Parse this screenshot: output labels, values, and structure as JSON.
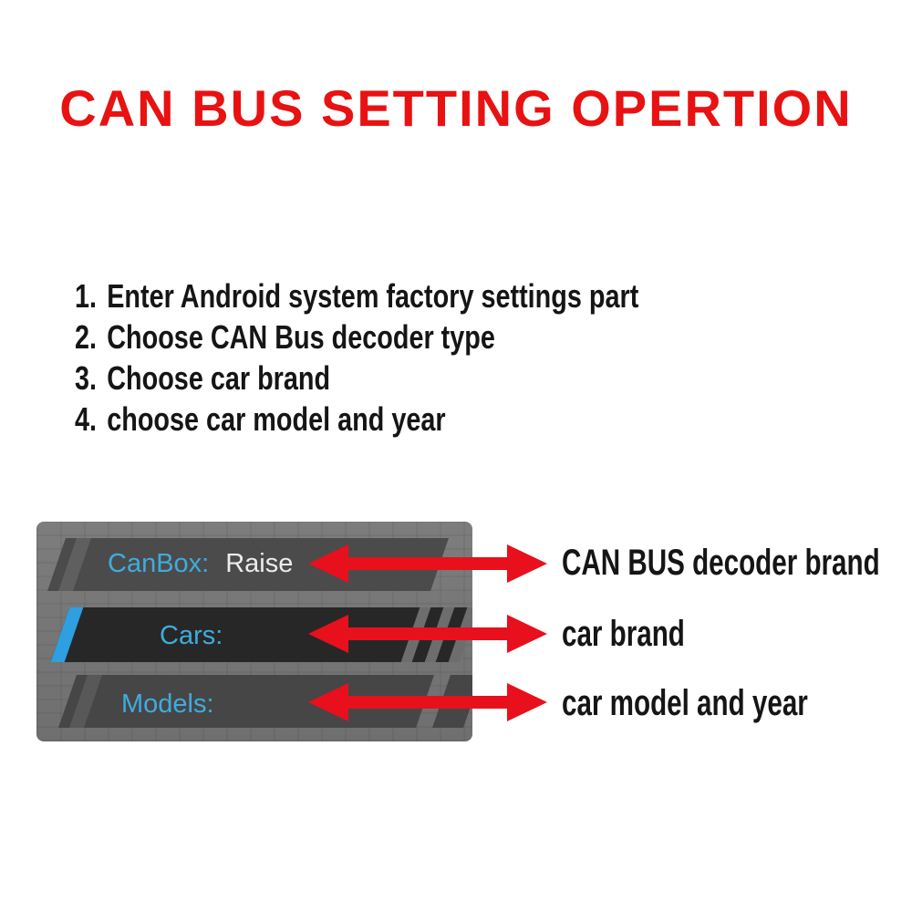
{
  "title": {
    "text": "CAN BUS SETTING OPERTION"
  },
  "steps": [
    {
      "number": "1.",
      "text": "Enter Android system factory settings part"
    },
    {
      "number": "2.",
      "text": "Choose CAN Bus decoder type"
    },
    {
      "number": "3.",
      "text": "Choose car brand"
    },
    {
      "number": "4.",
      "text": "choose car model and year"
    }
  ],
  "screenshot": {
    "rows": [
      {
        "label": "CanBox:",
        "value": "Raise"
      },
      {
        "label": "Cars:",
        "value": ""
      },
      {
        "label": "Models:",
        "value": ""
      }
    ]
  },
  "annotations": [
    {
      "text": "CAN BUS decoder brand"
    },
    {
      "text": "car brand"
    },
    {
      "text": "car model and year"
    }
  ],
  "colors": {
    "title_red": "#e81212",
    "arrow_red": "#e8101c",
    "row_label_cyan": "#3facdd",
    "row_value_white": "#ececec",
    "selected_stripe_blue": "#2e9fe0",
    "panel_gray": "#757575",
    "bar_dark": "#272727"
  }
}
